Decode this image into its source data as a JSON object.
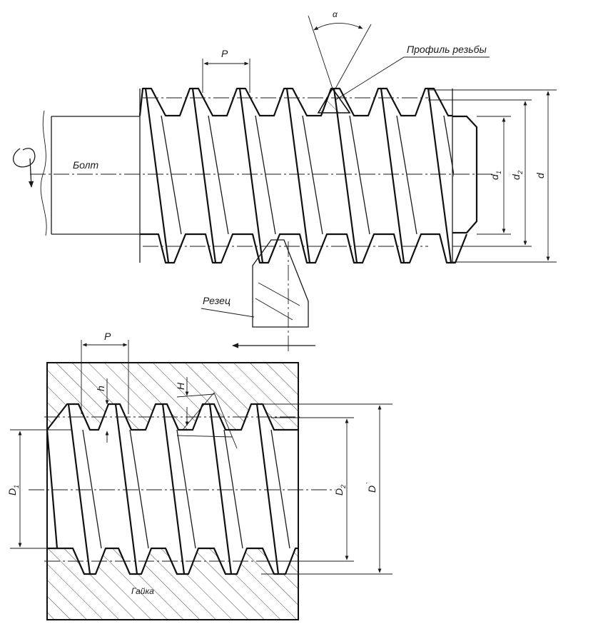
{
  "labels": {
    "alpha": "α",
    "pitch_bolt": "P",
    "profile": "Профиль резьбы",
    "bolt": "Болт",
    "d1": "d",
    "d1_sub": "1",
    "d2": "d",
    "d2_sub": "2",
    "d": "d",
    "cutter": "Резец",
    "pitch_nut": "P",
    "h": "h",
    "H": "H",
    "D1": "D",
    "D1_sub": "1",
    "D2": "D",
    "D2_sub": "2",
    "D": "D",
    "D_mark": "`",
    "nut": "Гайка"
  },
  "colors": {
    "line": "#1a1a1a",
    "background": "#ffffff"
  },
  "icons": {
    "rotation": "rotation-arrow-icon",
    "feed": "feed-direction-arrow-icon"
  }
}
